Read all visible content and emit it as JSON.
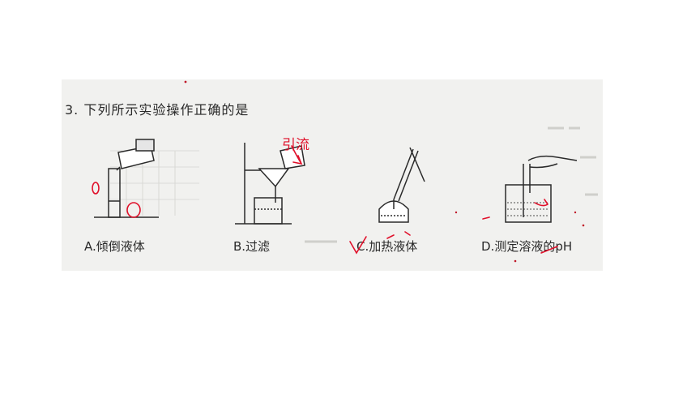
{
  "question": {
    "text": "3. 下列所示实验操作正确的是"
  },
  "options": [
    {
      "label": "A.倾倒液体"
    },
    {
      "label": "B.过滤"
    },
    {
      "label": "C.加热液体"
    },
    {
      "label": "D.测定溶液的pH"
    }
  ],
  "annotations": {
    "handwritten_note": "引流",
    "marked_correct": "C"
  },
  "colors": {
    "ink": "#2a2a2a",
    "annotation": "#e0102a",
    "scan_background": "#f1f1ef"
  }
}
